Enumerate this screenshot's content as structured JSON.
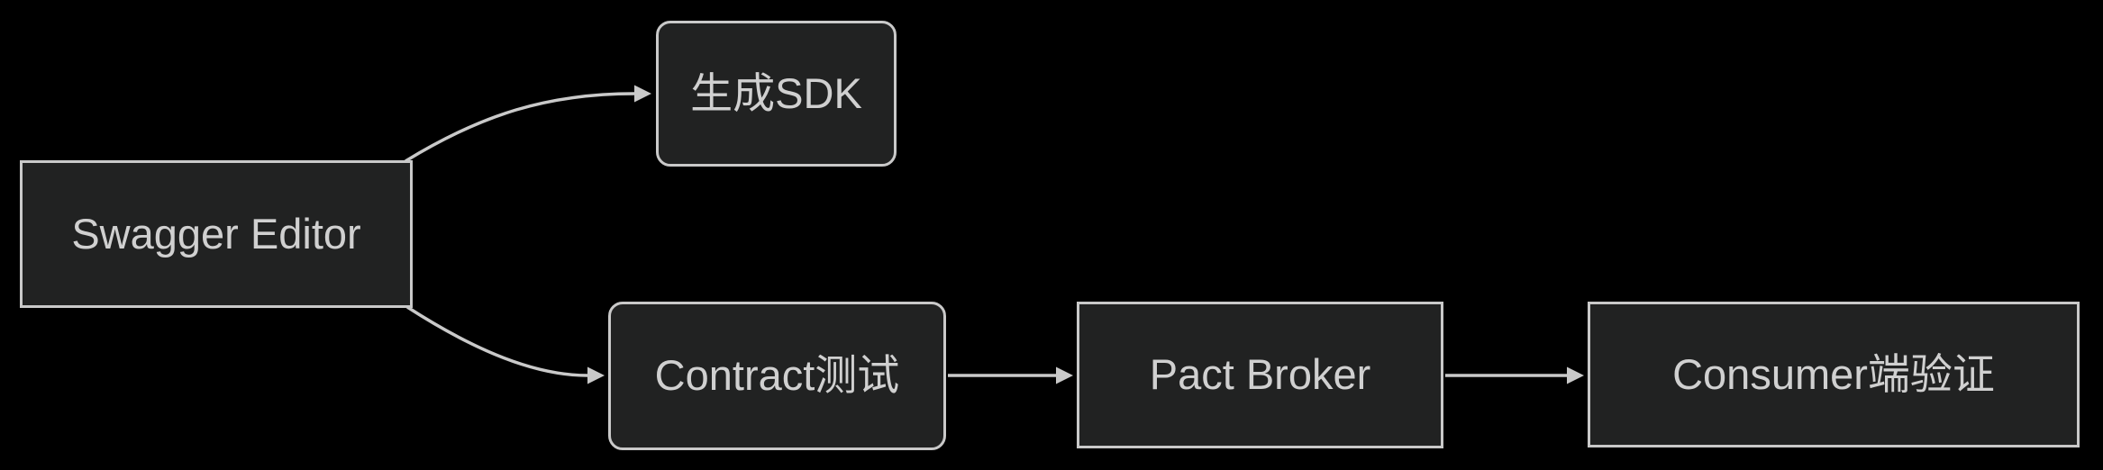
{
  "diagram": {
    "type": "flowchart",
    "direction": "left-to-right",
    "colors": {
      "background": "#000000",
      "node-fill": "#212222",
      "node-border": "#c9c9c9",
      "text-color": "#d0d0d0",
      "edge-color": "#c9c9c9"
    },
    "nodes": [
      {
        "id": "swagger_editor",
        "label": "Swagger Editor",
        "shape": "rectangle"
      },
      {
        "id": "generate_sdk",
        "label": "生成SDK",
        "shape": "rounded"
      },
      {
        "id": "contract_test",
        "label": "Contract测试",
        "shape": "rounded"
      },
      {
        "id": "pact_broker",
        "label": "Pact Broker",
        "shape": "rectangle"
      },
      {
        "id": "consumer_verification",
        "label": "Consumer端验证",
        "shape": "rectangle"
      }
    ],
    "edges": [
      {
        "from": "swagger_editor",
        "to": "generate_sdk",
        "style": "curved-arrow"
      },
      {
        "from": "swagger_editor",
        "to": "contract_test",
        "style": "curved-arrow"
      },
      {
        "from": "contract_test",
        "to": "pact_broker",
        "style": "straight-arrow"
      },
      {
        "from": "pact_broker",
        "to": "consumer_verification",
        "style": "straight-arrow"
      }
    ]
  }
}
